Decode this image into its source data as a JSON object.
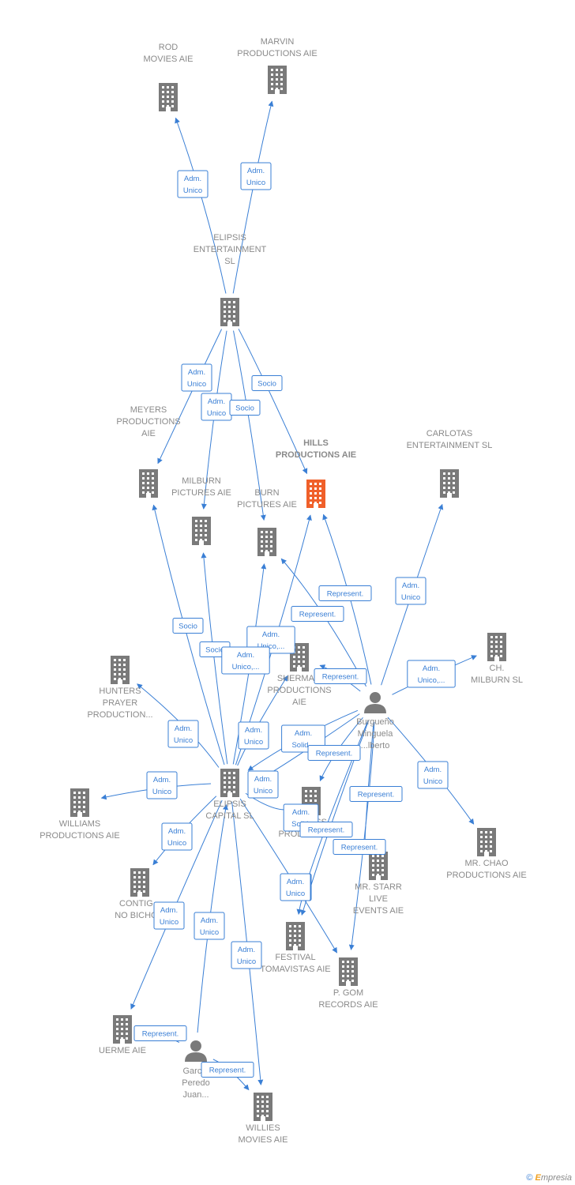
{
  "colors": {
    "edge": "#3a7fd5",
    "company": "#7a7a7a",
    "focus": "#f0602a",
    "person": "#7a7a7a"
  },
  "footer": {
    "copyright": "©",
    "brand_e": "E",
    "brand_rest": "mpresia"
  },
  "nodes": [
    {
      "id": "rod",
      "type": "company",
      "label": [
        "ROD",
        "MOVIES  AIE"
      ]
    },
    {
      "id": "marvin",
      "type": "company",
      "label": [
        "MARVIN",
        "PRODUCTIONS AIE"
      ]
    },
    {
      "id": "elipsis_ent",
      "type": "company",
      "label": [
        "ELIPSIS",
        "ENTERTAINMENT",
        "SL"
      ]
    },
    {
      "id": "meyers",
      "type": "company",
      "label": [
        "MEYERS",
        "PRODUCTIONS",
        "AIE"
      ]
    },
    {
      "id": "hills",
      "type": "focus",
      "label": [
        "HILLS",
        "PRODUCTIONS AIE"
      ]
    },
    {
      "id": "carlotas",
      "type": "company",
      "label": [
        "CARLOTAS",
        "ENTERTAINMENT SL"
      ]
    },
    {
      "id": "milburn_pics",
      "type": "company",
      "label": [
        "MILBURN",
        "PICTURES  AIE"
      ]
    },
    {
      "id": "burn",
      "type": "company",
      "label": [
        "BURN",
        "PICTURES  AIE"
      ]
    },
    {
      "id": "sherman",
      "type": "company",
      "label": [
        "SHERMA...",
        "PRODUCTIONS",
        "AIE"
      ]
    },
    {
      "id": "ch_milburn",
      "type": "company",
      "label": [
        "CH.",
        "MILBURN  SL"
      ]
    },
    {
      "id": "hunters",
      "type": "company",
      "label": [
        "HUNTERS",
        "PRAYER",
        "PRODUCTION..."
      ]
    },
    {
      "id": "burgueno",
      "type": "person",
      "label": [
        "Burgueño",
        "Minguela",
        "...lberto"
      ]
    },
    {
      "id": "williams",
      "type": "company",
      "label": [
        "WILLIAMS",
        "PRODUCTIONS AIE"
      ]
    },
    {
      "id": "elipsis_cap",
      "type": "company",
      "label": [
        "ELIPSIS",
        "CAPITAL  SL"
      ]
    },
    {
      "id": "moross",
      "type": "company",
      "label": [
        "MOROSS...",
        "PRODUCTION..."
      ]
    },
    {
      "id": "mr_chao",
      "type": "company",
      "label": [
        "MR.  CHAO",
        "PRODUCTIONS AIE"
      ]
    },
    {
      "id": "contig",
      "type": "company",
      "label": [
        "CONTIG...",
        "NO BICHO..."
      ]
    },
    {
      "id": "mr_starr",
      "type": "company",
      "label": [
        "MR.  STARR",
        "LIVE",
        "EVENTS  AIE"
      ]
    },
    {
      "id": "festival",
      "type": "company",
      "label": [
        "FESTIVAL",
        "TOMAVISTAS AIE"
      ]
    },
    {
      "id": "pgom",
      "type": "company",
      "label": [
        "P.  GOM",
        "RECORDS  AIE"
      ]
    },
    {
      "id": "uerme",
      "type": "company",
      "label": [
        "UERME AIE"
      ]
    },
    {
      "id": "garcia",
      "type": "person",
      "label": [
        "Garc...",
        "Peredo",
        "Juan..."
      ]
    },
    {
      "id": "willies",
      "type": "company",
      "label": [
        "WILLIES",
        "MOVIES  AIE"
      ]
    }
  ],
  "edges": [
    {
      "label": [
        "Adm.",
        "Unico"
      ]
    },
    {
      "label": [
        "Adm.",
        "Unico"
      ]
    },
    {
      "label": [
        "Adm.",
        "Unico"
      ]
    },
    {
      "label": [
        "Adm.",
        "Unico"
      ]
    },
    {
      "label": [
        "Socio"
      ]
    },
    {
      "label": [
        "Socio"
      ]
    },
    {
      "label": [
        "Socio"
      ]
    },
    {
      "label": [
        "Socio"
      ]
    },
    {
      "label": [
        "Adm.",
        "Unico,..."
      ]
    },
    {
      "label": [
        "Adm.",
        "Unico,..."
      ]
    },
    {
      "label": [
        "Adm.",
        "Unico"
      ]
    },
    {
      "label": [
        "Adm.",
        "Unico"
      ]
    },
    {
      "label": [
        "Adm.",
        "Unico"
      ]
    },
    {
      "label": [
        "Adm.",
        "Unico"
      ]
    },
    {
      "label": [
        "Adm.",
        "Unico"
      ]
    },
    {
      "label": [
        "Adm.",
        "Unico"
      ]
    },
    {
      "label": [
        "Adm.",
        "Unico"
      ]
    },
    {
      "label": [
        "Adm.",
        "Unico"
      ]
    },
    {
      "label": [
        "Adm.",
        "Solid."
      ]
    },
    {
      "label": [
        "Adm.",
        "Unico"
      ]
    },
    {
      "label": [
        "Represent."
      ]
    },
    {
      "label": [
        "Represent."
      ]
    },
    {
      "label": [
        "Represent."
      ]
    },
    {
      "label": [
        "Adm.",
        "Unico"
      ]
    },
    {
      "label": [
        "Adm.",
        "Unico,..."
      ]
    },
    {
      "label": [
        "Adm.",
        "Solid..."
      ]
    },
    {
      "label": [
        "Represent."
      ]
    },
    {
      "label": [
        "Adm.",
        "Unico"
      ]
    },
    {
      "label": [
        "Represent."
      ]
    },
    {
      "label": [
        "Represent."
      ]
    },
    {
      "label": [
        "Represent."
      ]
    },
    {
      "label": [
        "Adm.",
        "Unico"
      ]
    },
    {
      "label": [
        "Represent."
      ]
    },
    {
      "label": [
        "Represent."
      ]
    }
  ]
}
